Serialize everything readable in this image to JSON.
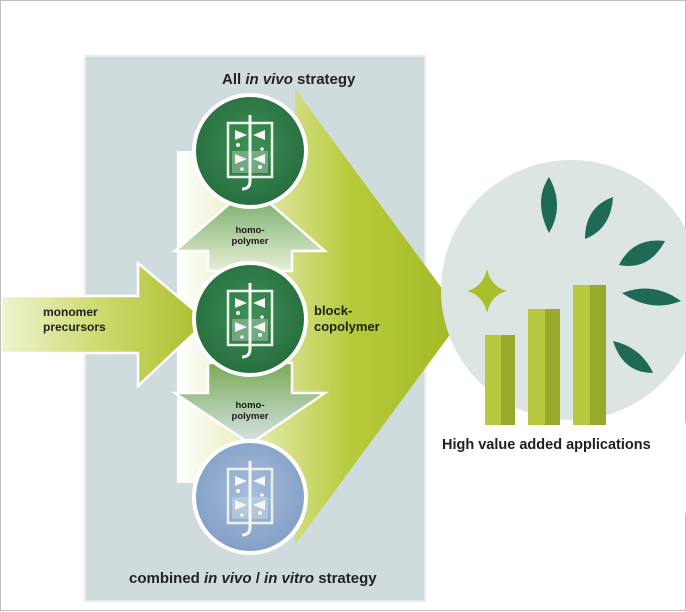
{
  "top_strategy": {
    "prefix": "All ",
    "italic": "in vivo",
    "suffix": " strategy"
  },
  "bottom_strategy": {
    "prefix": "combined ",
    "italic1": "in vivo",
    "mid": " / ",
    "italic2": "in vitro",
    "suffix": " strategy"
  },
  "labels": {
    "monomer_line1": "monomer",
    "monomer_line2": "precursors",
    "homo_up_line1": "homo-",
    "homo_up_line2": "polymer",
    "homo_down_line1": "homo-",
    "homo_down_line2": "polymer",
    "block_line1": "block-",
    "block_line2": "copolymer",
    "applications": "High value added applications"
  },
  "colors": {
    "panel": "#cfdbdc",
    "arrow_green": "#a6bd2b",
    "reactor_green_dark": "#2e7a45",
    "reactor_green_light": "#4f9a5e",
    "reactor_blue": "#8fa9cc",
    "leaf": "#1f6a56",
    "bar_light": "#b9c93f",
    "bar_dark": "#98aa2c",
    "star": "#a9bf2b",
    "circle_bg": "#dde5e3"
  },
  "icons": [
    "bioreactor-icon",
    "leaf-icon",
    "sparkle-icon",
    "bar-chart-icon"
  ]
}
